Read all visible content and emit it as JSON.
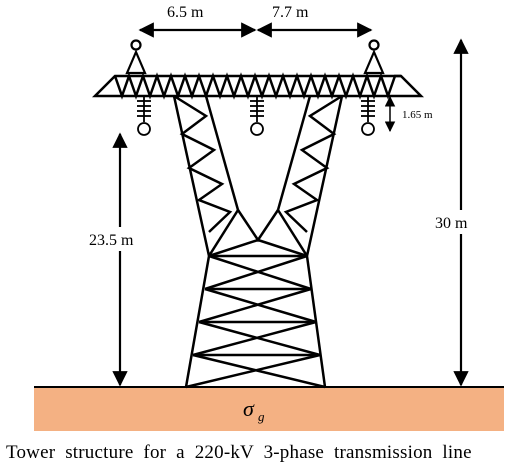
{
  "dimensions": {
    "left_span": "6.5 m",
    "right_span": "7.7 m",
    "insulator_length": "1.65 m",
    "conductor_height": "23.5 m",
    "tower_height": "30 m"
  },
  "ground": {
    "symbol": "σ",
    "subscript": "g",
    "color": "#f4b183"
  },
  "caption": "Tower structure for a 220-kV 3-phase transmission line"
}
